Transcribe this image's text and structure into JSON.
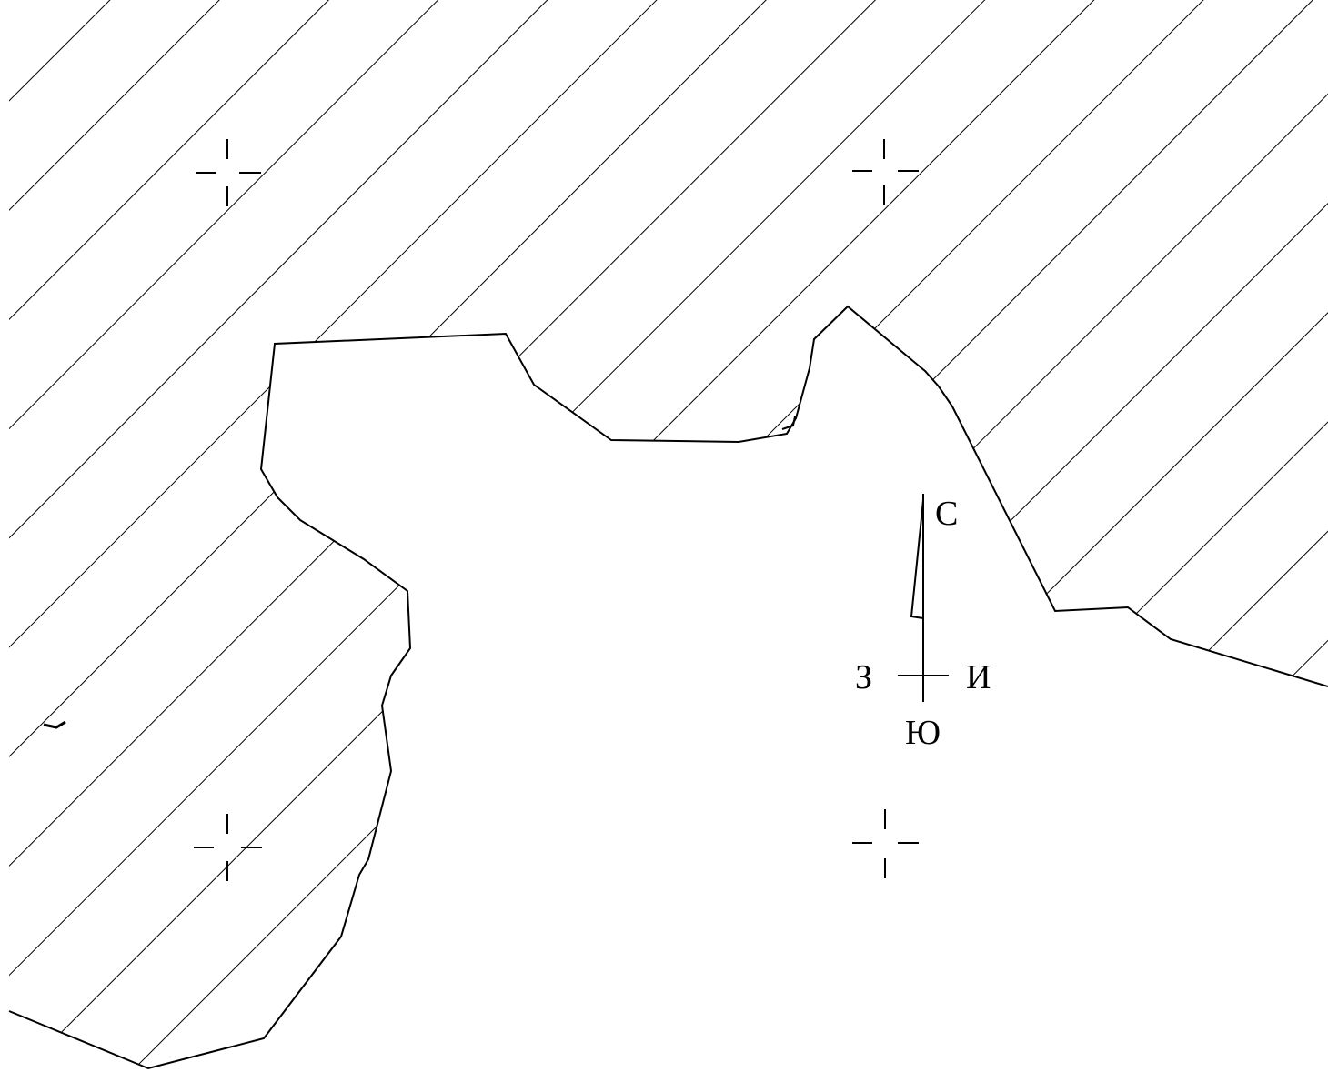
{
  "map": {
    "line_color": "#000000",
    "background_color": "#ffffff",
    "hatch_pattern": "diagonal-lines",
    "compass": {
      "north_label": "С",
      "south_label": "Ю",
      "west_label": "З",
      "east_label": "И"
    },
    "grid_markers": 4
  }
}
